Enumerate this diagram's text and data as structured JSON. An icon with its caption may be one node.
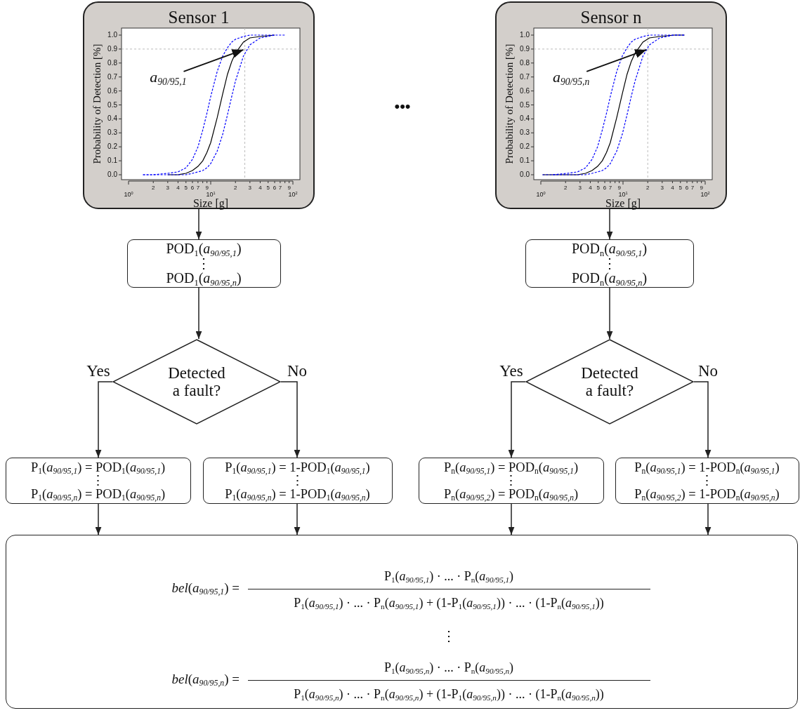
{
  "diagram": {
    "nodes": [
      {
        "text": [
          "Sensor 1"
        ]
      },
      {
        "text": [
          "Sensor n"
        ]
      },
      {
        "text": [
          "POD$_{1}$(*a*$_{90/95,1}$)",
          "⋮",
          "POD$_{1}$(*a*$_{90/95,n}$)"
        ]
      },
      {
        "text": [
          "POD$_{n}$(*a*$_{90/95,1}$)",
          "⋮",
          "POD$_{n}$(*a*$_{90/95,n}$)"
        ]
      },
      {
        "text": [
          "Detected a fault?"
        ]
      },
      {
        "text": [
          "Detected a fault?"
        ]
      },
      {
        "text": [
          "P$_{1}$(*a*$_{90/95,1}$) = POD$_{1}$(*a*$_{90/95,1}$)",
          "⋮",
          "P$_{1}$(*a*$_{90/95,n}$) = POD$_{1}$(*a*$_{90/95,n}$)"
        ]
      },
      {
        "text": [
          "P$_{1}$(*a*$_{90/95,1}$) = 1-POD$_{1}$(*a*$_{90/95,1}$)",
          "⋮",
          "P$_{1}$(*a*$_{90/95,n}$) = 1-POD$_{1}$(*a*$_{90/95,n}$)"
        ]
      },
      {
        "text": [
          "P$_{n}$(*a*$_{90/95,1}$) = POD$_{n}$(*a*$_{90/95,1}$)",
          "⋮",
          "P$_{n}$(*a*$_{90/95,2}$) = POD$_{n}$(*a*$_{90/95,n}$)"
        ]
      },
      {
        "text": [
          "P$_{n}$(*a*$_{90/95,1}$) = 1-POD$_{n}$(*a*$_{90/95,1}$)",
          "⋮",
          "P$_{n}$(*a*$_{90/95,2}$) = 1-POD$_{n}$(*a*$_{90/95,n}$)"
        ]
      },
      {
        "text": [
          "*bel*(*a*$_{90/95,1}$) =",
          "P$_{1}$(*a*$_{90/95,1}$) · ... · P$_{n}$(*a*$_{90/95,1}$)",
          "P$_{1}$(*a*$_{90/95,1}$) · ... · P$_{n}$(*a*$_{90/95,1}$) + (1-P$_{1}$(*a*$_{90/95,1}$)) · ... · (1-P$_{n}$(*a*$_{90/95,1}$))",
          "⋮",
          "*bel*(*a*$_{90/95,n}$) =",
          "P$_{1}$(*a*$_{90/95,n}$) · ... · P$_{n}$(*a*$_{90/95,n}$)",
          "P$_{1}$(*a*$_{90/95,n}$) · ... · P$_{n}$(*a*$_{90/95,n}$) + (1-P$_{1}$(*a*$_{90/95,n}$)) · ... · (1-P$_{n}$(*a*$_{90/95,n}$))"
        ]
      }
    ],
    "edges": [
      {
        "from": 0,
        "to": 2,
        "arrow": "to"
      },
      {
        "from": 1,
        "to": 3,
        "arrow": "to"
      },
      {
        "from": 2,
        "to": 4,
        "arrow": "to"
      },
      {
        "from": 3,
        "to": 5,
        "arrow": "to"
      },
      {
        "from": 4,
        "to": 6,
        "arrow": "to",
        "label": "Yes"
      },
      {
        "from": 4,
        "to": 7,
        "arrow": "to",
        "label": "No"
      },
      {
        "from": 5,
        "to": 8,
        "arrow": "to",
        "label": "Yes"
      },
      {
        "from": 5,
        "to": 9,
        "arrow": "to",
        "label": "No"
      },
      {
        "from": 6,
        "to": 10,
        "arrow": "to"
      },
      {
        "from": 7,
        "to": 10,
        "arrow": "to"
      },
      {
        "from": 8,
        "to": 10,
        "arrow": "to"
      },
      {
        "from": 9,
        "to": 10,
        "arrow": "to"
      }
    ],
    "labels": [
      "•••",
      "Probability of Detection [%]",
      "1.0",
      "0.9",
      "0.8",
      "0.7",
      "0.6",
      "0.5",
      "0.4",
      "0.3",
      "0.2",
      "0.1",
      "0.0",
      "*a*$_{90/95,1}$",
      "10$^{0}$",
      "2",
      "3",
      "4",
      "5",
      "6",
      "7",
      "9",
      "10$^{1}$",
      "2",
      "3",
      "4",
      "5",
      "6",
      "7",
      "9",
      "10$^{2}$",
      "Size [g]",
      "Probability of Detection [%]",
      "1.0",
      "0.9",
      "0.8",
      "0.7",
      "0.6",
      "0.5",
      "0.4",
      "0.3",
      "0.2",
      "0.1",
      "0.0",
      "*a*$_{90/95,n}$",
      "10$^{0}$",
      "2",
      "3",
      "4",
      "5",
      "6",
      "7",
      "9",
      "10$^{1}$",
      "2",
      "3",
      "4",
      "5",
      "6",
      "7",
      "9",
      "10$^{2}$",
      "Size [g]"
    ]
  }
}
